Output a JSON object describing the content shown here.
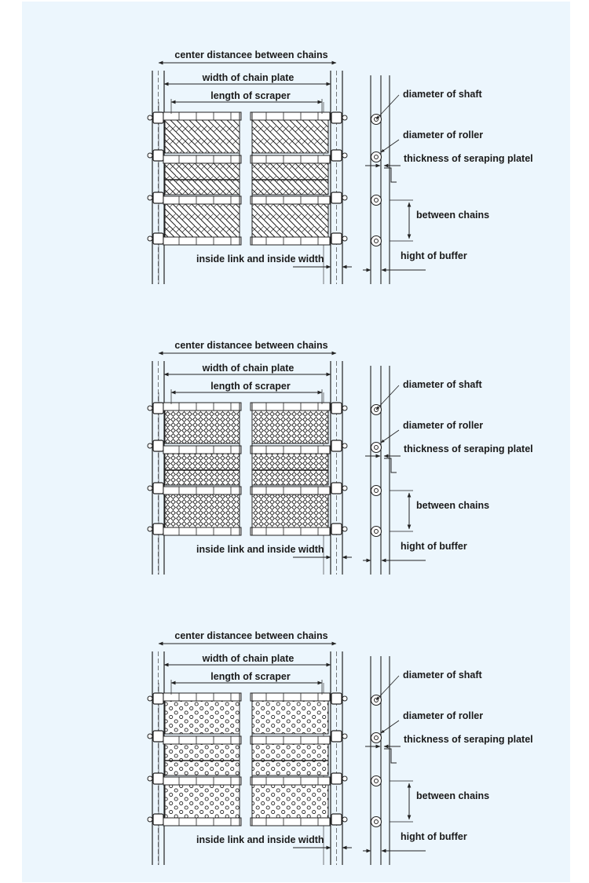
{
  "panels": [
    {
      "pattern": "weave",
      "labels": {
        "center_distance": "center distancee between chains",
        "chain_plate_width": "width of chain plate",
        "scraper_length": "length of  scraper",
        "inside_link": "inside link and inside width",
        "shaft_diameter": "diameter of shaft",
        "roller_diameter": "diameter of roller",
        "plate_thickness": "thickness of seraping platel",
        "between_chains": "between chains",
        "buffer_height": "hight of buffer"
      }
    },
    {
      "pattern": "diamond",
      "labels": {
        "center_distance": "center distancee between chains",
        "chain_plate_width": "width of chain plate",
        "scraper_length": "length of  scraper",
        "inside_link": "inside link and inside width",
        "shaft_diameter": "diameter of shaft",
        "roller_diameter": "diameter of roller",
        "plate_thickness": "thickness of seraping platel",
        "between_chains": "between chains",
        "buffer_height": "hight of buffer"
      }
    },
    {
      "pattern": "circles",
      "labels": {
        "center_distance": "center distancee between chains",
        "chain_plate_width": "width of chain plate",
        "scraper_length": "length of  scraper",
        "inside_link": "inside link and inside width",
        "shaft_diameter": "diameter of shaft",
        "roller_diameter": "diameter of roller",
        "plate_thickness": "thickness of seraping platel",
        "between_chains": "between chains",
        "buffer_height": "hight of buffer"
      }
    }
  ]
}
